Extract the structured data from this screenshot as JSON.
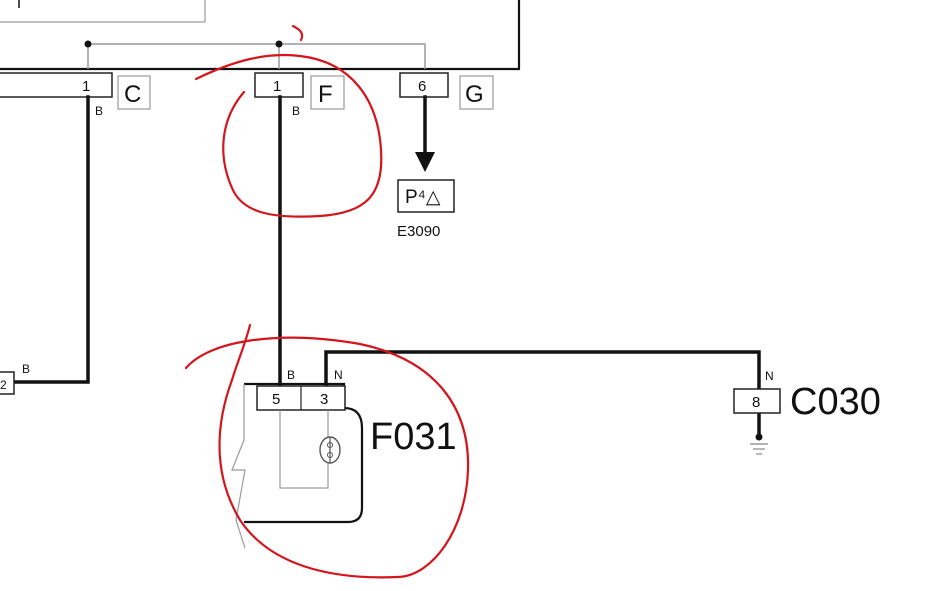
{
  "connectors": {
    "c": {
      "pin": "1",
      "wire_color": "B",
      "label": "C"
    },
    "f": {
      "pin": "1",
      "wire_color": "B",
      "label": "F"
    },
    "g": {
      "pin": "6",
      "label": "G"
    }
  },
  "warning_symbol": {
    "glyph": "P⁴△",
    "code": "E3090",
    "icon": "warning-lamp-icon"
  },
  "left_connector": {
    "pin": "2",
    "wire_color": "B"
  },
  "component_f031": {
    "name": "F031",
    "pins": [
      {
        "num": "5",
        "wire_color": "B"
      },
      {
        "num": "3",
        "wire_color": "N"
      }
    ],
    "icon": "pressure-switch-icon"
  },
  "ground_c030": {
    "name": "C030",
    "pin": "8",
    "wire_color": "N",
    "icon": "ground-icon"
  },
  "colors": {
    "ink": "#111111",
    "grey": "#9a9a9a",
    "annotation": "#d4161c"
  }
}
